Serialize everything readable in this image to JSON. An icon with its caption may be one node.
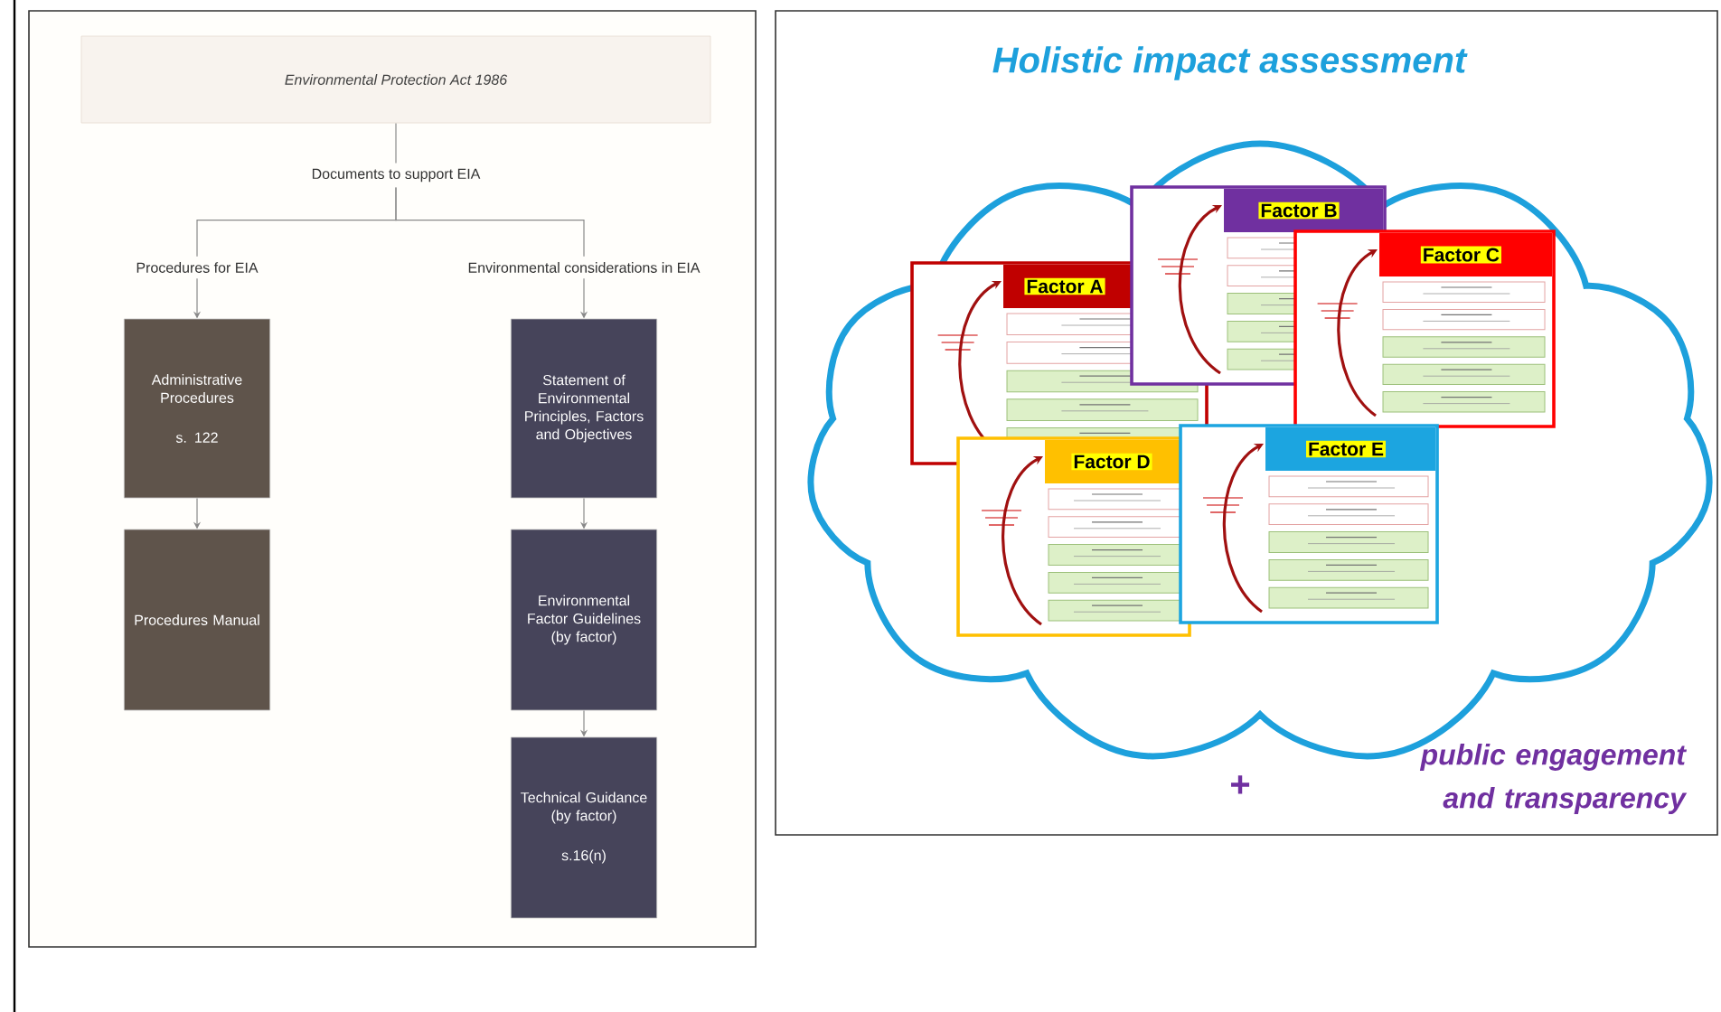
{
  "diagram": {
    "nodes": [
      {
        "text": [
          "Environmental Protection Act 1986"
        ]
      },
      {
        "text": [
          "Documents to support EIA"
        ]
      },
      {
        "text": [
          "Procedures for EIA"
        ]
      },
      {
        "text": [
          "Environmental considerations in EIA"
        ]
      },
      {
        "text": [
          "Administrative Procedures",
          "s. 122"
        ]
      },
      {
        "text": [
          "Procedures Manual"
        ]
      },
      {
        "text": [
          "Statement of Environmental Principles, Factors and Objectives"
        ]
      },
      {
        "text": [
          "Environmental Factor Guidelines (by factor)"
        ]
      },
      {
        "text": [
          "Technical Guidance (by factor)",
          "s.16(n)"
        ]
      },
      {
        "text": [],
        "shape": "cloud"
      },
      {
        "text": [
          "Factor A"
        ],
        "in": 9
      },
      {
        "text": [
          "Factor B"
        ],
        "in": 9
      },
      {
        "text": [
          "Factor C"
        ],
        "in": 9
      },
      {
        "text": [
          "Factor D"
        ],
        "in": 9
      },
      {
        "text": [
          "Factor E"
        ],
        "in": 9
      }
    ],
    "edges": [
      {
        "from": 0,
        "to": 1,
        "arrow": "none"
      },
      {
        "from": 1,
        "to": 2,
        "arrow": "none"
      },
      {
        "from": 1,
        "to": 3,
        "arrow": "none"
      },
      {
        "from": 2,
        "to": 4,
        "arrow": "to"
      },
      {
        "from": 4,
        "to": 5,
        "arrow": "to"
      },
      {
        "from": 3,
        "to": 6,
        "arrow": "to"
      },
      {
        "from": 6,
        "to": 7,
        "arrow": "to"
      },
      {
        "from": 7,
        "to": 8,
        "arrow": "to"
      }
    ],
    "labels": [
      "Holistic impact assessment",
      "+",
      "public engagement and transparency"
    ]
  }
}
